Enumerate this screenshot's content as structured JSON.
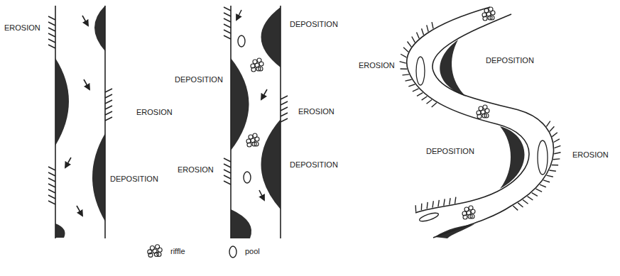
{
  "diagram": {
    "labels": [
      "EROSION",
      "EROSION",
      "DEPOSITION",
      "DEPOSITION",
      "DEPOSITION",
      "EROSION",
      "EROSION",
      "DEPOSITION",
      "EROSION",
      "DEPOSITION",
      "DEPOSITION",
      "EROSION"
    ],
    "legend": [
      {
        "text": "riffle"
      },
      {
        "text": "pool"
      }
    ]
  }
}
